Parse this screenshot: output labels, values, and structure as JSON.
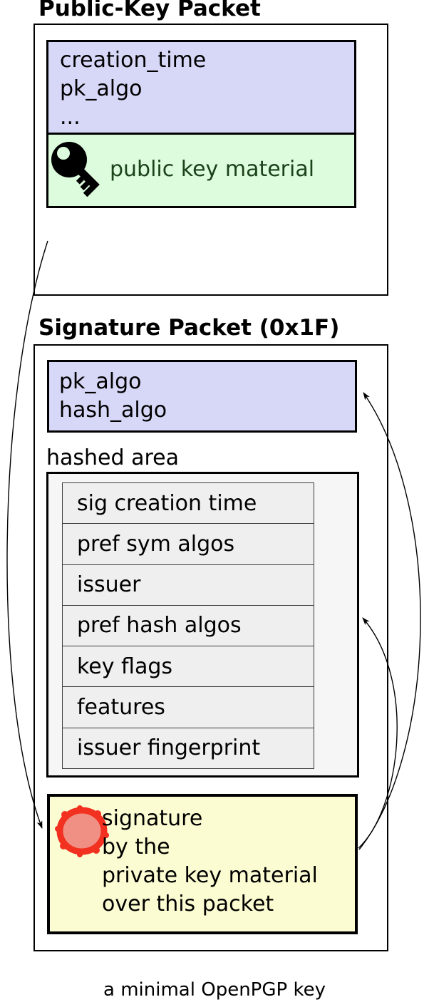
{
  "public_key_packet": {
    "title": "Public-Key Packet",
    "header_fields": [
      "creation_time",
      "pk_algo",
      "..."
    ],
    "material_label": "public key material"
  },
  "signature_packet": {
    "title": "Signature Packet (0x1F)",
    "header_fields": [
      "pk_algo",
      "hash_algo"
    ],
    "hashed_area_label": "hashed area",
    "subpackets": [
      "sig creation time",
      "pref sym algos",
      "issuer",
      "pref hash algos",
      "key flags",
      "features",
      "issuer fingerprint"
    ],
    "signature_lines": [
      "signature",
      "by the",
      "private key material",
      "over this packet"
    ]
  },
  "caption": "a minimal OpenPGP key",
  "icons": {
    "key": "key-icon",
    "seal": "seal-icon"
  },
  "colors": {
    "header_fill": "#d7d7f8",
    "key_material_fill": "#ddfbdd",
    "key_material_text": "#1b421b",
    "hashed_area_fill": "#f6f6f6",
    "subpacket_fill": "#efefef",
    "signature_fill": "#fcfcd2",
    "seal_ring": "#f23120",
    "seal_fill": "#f09084",
    "line_color": "#000000"
  }
}
